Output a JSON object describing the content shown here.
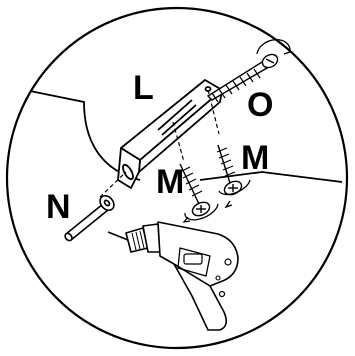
{
  "labels": {
    "bracket": "L",
    "anchor": "N",
    "screw_left": "M",
    "screw_right": "M",
    "long_screw": "O"
  },
  "colors": {
    "line": "#000000",
    "background": "#ffffff"
  }
}
